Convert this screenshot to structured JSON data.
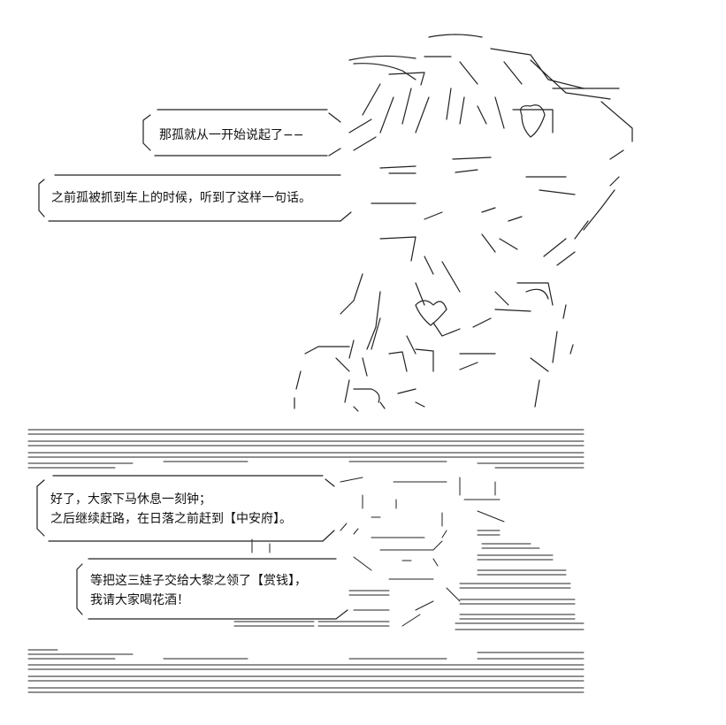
{
  "dialogue": {
    "bubble1": {
      "lines": [
        "那孤就从一开始说起了−−"
      ]
    },
    "bubble2": {
      "lines": [
        "之前孤被抓到车上的时候，听到了这样一句话。"
      ]
    },
    "bubble3": {
      "lines": [
        "好了，大家下马休息一刻钟；",
        "之后继续赶路，在日落之前赶到【中安府】。"
      ]
    },
    "bubble4": {
      "lines": [
        "等把这三娃子交给大黎之领了【赏钱】，",
        "我请大家喝花酒！"
      ]
    }
  },
  "colors": {
    "ink": "#111111",
    "background": "#ffffff"
  }
}
